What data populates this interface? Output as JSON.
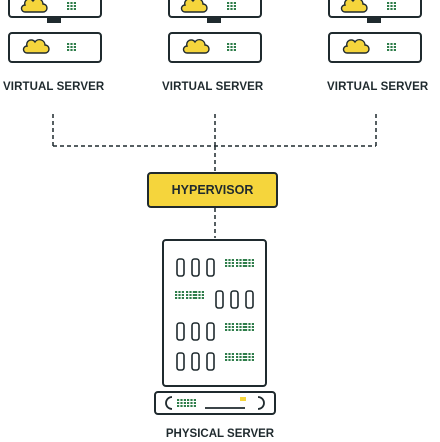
{
  "labels": {
    "virtual_server": "VIRTUAL SERVER",
    "hypervisor": "HYPERVISOR",
    "physical_server": "PHYSICAL SERVER"
  },
  "virtual_servers": [
    {
      "label": "VIRTUAL SERVER"
    },
    {
      "label": "VIRTUAL SERVER"
    },
    {
      "label": "VIRTUAL SERVER"
    }
  ],
  "colors": {
    "outline": "#1f2a2e",
    "accent_yellow": "#f5d53c",
    "grid_green": "#2e7d4a",
    "background": "#ffffff"
  },
  "icons": {
    "vm": "cloud-monitor-icon",
    "server": "server-rack-icon"
  }
}
